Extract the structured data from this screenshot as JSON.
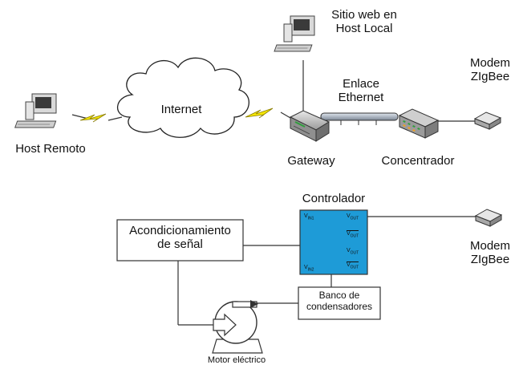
{
  "labels": {
    "sitio_web_line1": "Sitio web en",
    "sitio_web_line2": "Host Local",
    "internet": "Internet",
    "enlace_line1": "Enlace",
    "enlace_line2": "Ethernet",
    "modem_top_line1": "Modem",
    "modem_top_line2": "ZIgBee",
    "host_remoto": "Host Remoto",
    "gateway": "Gateway",
    "concentrador": "Concentrador",
    "controlador": "Controlador",
    "acond_line1": "Acondicionamiento",
    "acond_line2": "de señal",
    "modem_bottom_line1": "Modem",
    "modem_bottom_line2": "ZIgBee",
    "banco_line1": "Banco de",
    "banco_line2": "condensadores",
    "motor": "Motor eléctrico"
  },
  "controller_pins": {
    "left_top": "V",
    "left_top_sub": "IN1",
    "left_bottom": "V",
    "left_bottom_sub": "IN2",
    "right_1": "V",
    "right_1_sub": "OUT",
    "right_2": "V",
    "right_2_sub": "OUT",
    "right_3": "V",
    "right_3_sub": "OUT",
    "right_4": "V",
    "right_4_sub": "OUT"
  },
  "colors": {
    "controller_fill": "#1e9bd7",
    "cloud_fill": "#ffffff",
    "lightning": "#f5e600",
    "line": "#222222"
  },
  "icons": [
    "computer-icon",
    "cloud-icon",
    "lightning-icon",
    "router-icon",
    "switch-icon",
    "modem-icon",
    "motor-icon"
  ]
}
